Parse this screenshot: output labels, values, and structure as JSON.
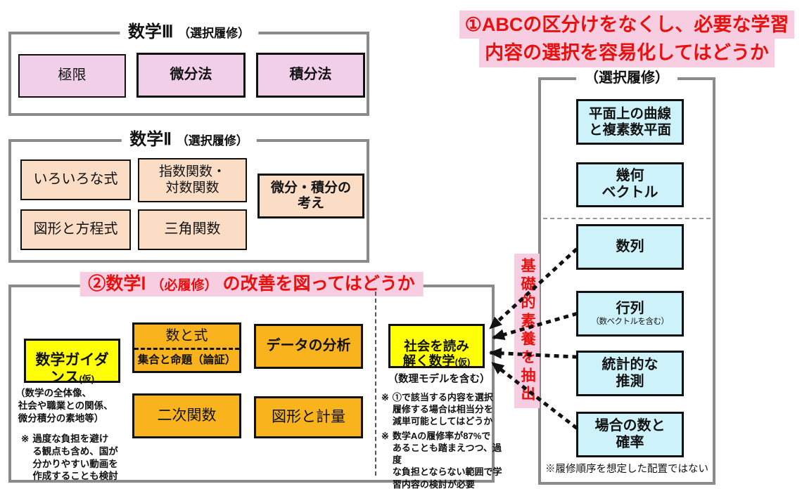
{
  "colors": {
    "frame_gray": "#8a8a8a",
    "pink_box": "#f2cfe9",
    "peach_box": "#fbdcc5",
    "amber_box": "#f9b41d",
    "yellow_box": "#ffff05",
    "cyan_box": "#cdf2f9",
    "highlight_pink": "#f6cde1",
    "red_text": "#e8110d"
  },
  "proposal1": {
    "line1": "①ABCの区分けをなくし、必要な学習",
    "line2": "内容の選択を容易化してはどうか"
  },
  "math3": {
    "title": "数学Ⅲ",
    "subtitle": "（選択履修）",
    "boxes": [
      {
        "label": "極限"
      },
      {
        "label": "微分法"
      },
      {
        "label": "積分法"
      }
    ]
  },
  "math2": {
    "title": "数学Ⅱ",
    "subtitle": "（選択履修）",
    "boxes": [
      {
        "label": "いろいろな式"
      },
      {
        "label": "指数関数・\n対数関数"
      },
      {
        "label": "微分・積分の\n考え"
      },
      {
        "label": "図形と方程式"
      },
      {
        "label": "三角関数"
      }
    ]
  },
  "math1": {
    "heading": {
      "part1": "②数学Ⅰ",
      "part2": "（必履修）",
      "part3": "の改善を図ってはどうか"
    },
    "guidance": {
      "label": "数学ガイダ\nンス",
      "kari": "(仮)",
      "caption": "（数学の全体像、\n 社会や職業との関係、\n 微分積分の素地等）",
      "note_mark": "※",
      "note": "過度な負担を避け\nる観点も含め、国が\n分かりやすい動画を\n作成することも検討"
    },
    "boxes": {
      "kazu_to_shiki": "数と式",
      "shugo_meidai": "集合と命題（論証）",
      "data_bunseki": "データの分析",
      "niji_kansu": "二次関数",
      "zukei_keiryo": "図形と計量"
    },
    "shakai": {
      "label": "社会を読み\n解く数学",
      "kari": "(仮)",
      "caption": "（数理モデルを含む）",
      "note1_mark": "※",
      "note1": "①で該当する内容を選択\n履修する場合は相当分を\n減単可能としてはどうか",
      "note2_mark": "※",
      "note2": "数学Aの履修率が87%で\nあることも踏まえつつ、過度\nな負担とならない範囲で学\n習内容の検討が必要"
    }
  },
  "basis_label": "基礎的素養を抽出",
  "elective_panel": {
    "title": "（選択履修）",
    "boxes": [
      {
        "label": "平面上の曲線\nと複素数平面"
      },
      {
        "label": "幾何\nベクトル"
      },
      {
        "label": "数列"
      },
      {
        "label": "行列",
        "sub": "（数ベクトルを含む）"
      },
      {
        "label": "統計的な\n推測"
      },
      {
        "label": "場合の数と\n確率"
      }
    ],
    "footnote": "※履修順序を想定した配置ではない"
  }
}
